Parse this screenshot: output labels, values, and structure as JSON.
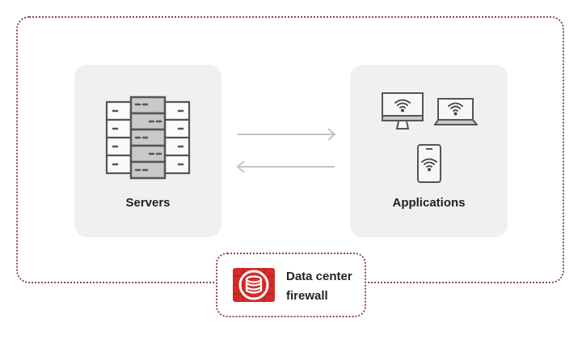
{
  "diagram": {
    "servers": {
      "label": "Servers",
      "icon": "server-rack-icon"
    },
    "applications": {
      "label": "Applications",
      "icons": [
        "desktop-wifi-icon",
        "laptop-wifi-icon",
        "phone-wifi-icon"
      ]
    },
    "connection": {
      "arrows": [
        "right-arrow-icon",
        "left-arrow-icon"
      ]
    },
    "firewall": {
      "line1": "Data center",
      "line2": "firewall",
      "icon": "database-firewall-icon",
      "accent": "#d42b27"
    },
    "colors": {
      "border": "#8a4b47",
      "panel": "#f0f0f0",
      "arrow": "#c4c4c4"
    }
  }
}
